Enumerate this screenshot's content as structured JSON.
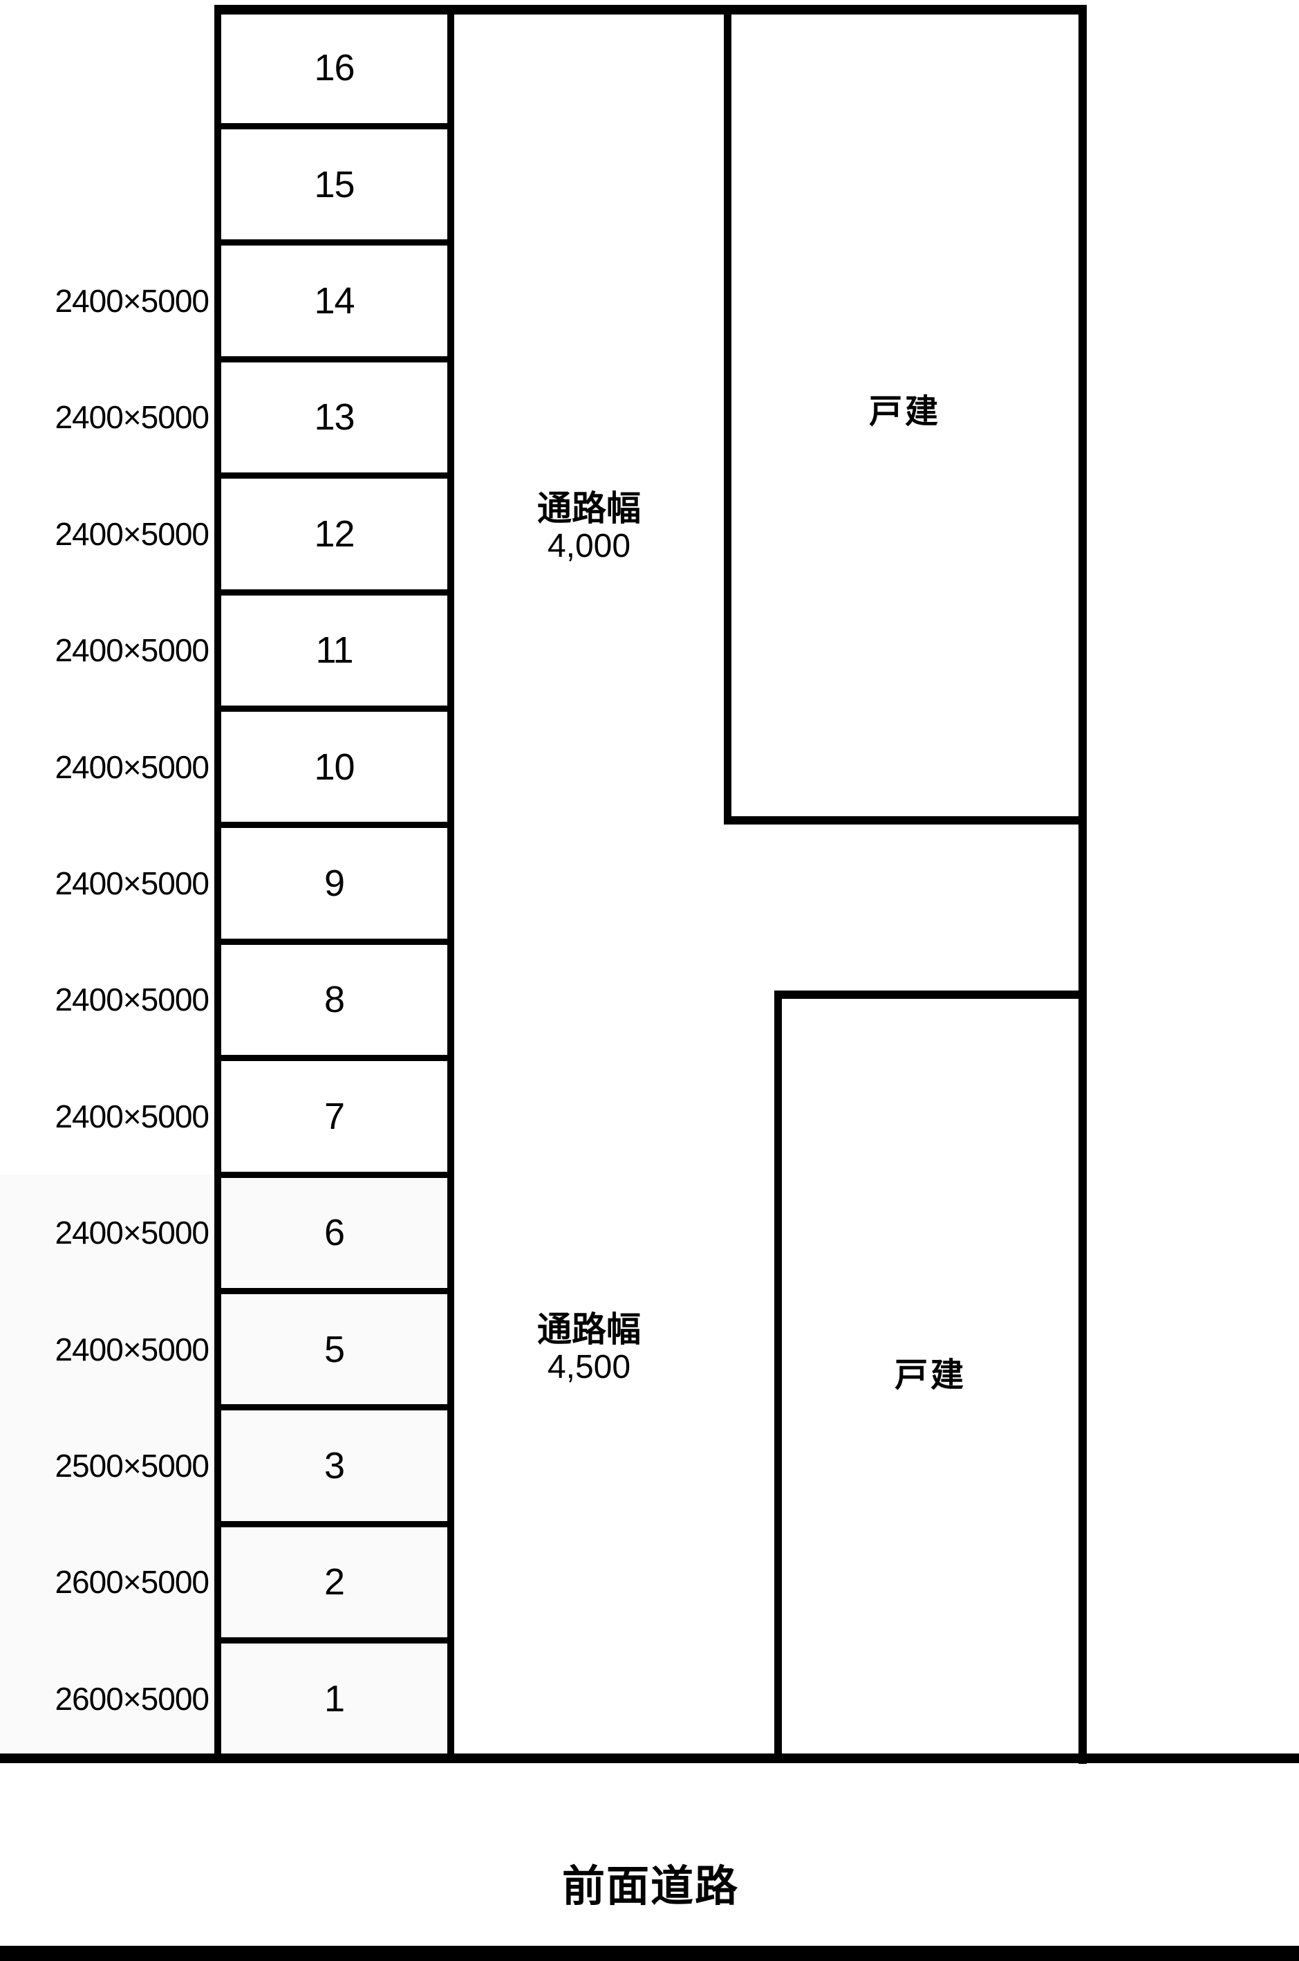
{
  "stalls": [
    {
      "number": "16",
      "size": ""
    },
    {
      "number": "15",
      "size": ""
    },
    {
      "number": "14",
      "size": "2400×5000"
    },
    {
      "number": "13",
      "size": "2400×5000"
    },
    {
      "number": "12",
      "size": "2400×5000"
    },
    {
      "number": "11",
      "size": "2400×5000"
    },
    {
      "number": "10",
      "size": "2400×5000"
    },
    {
      "number": "9",
      "size": "2400×5000"
    },
    {
      "number": "8",
      "size": "2400×5000"
    },
    {
      "number": "7",
      "size": "2400×5000"
    },
    {
      "number": "6",
      "size": "2400×5000"
    },
    {
      "number": "5",
      "size": "2400×5000"
    },
    {
      "number": "3",
      "size": "2500×5000"
    },
    {
      "number": "2",
      "size": "2600×5000"
    },
    {
      "number": "1",
      "size": "2600×5000"
    }
  ],
  "aisles": [
    {
      "label": "通路幅",
      "width_value": "4,000"
    },
    {
      "label": "通路幅",
      "width_value": "4,500"
    }
  ],
  "buildings": [
    {
      "label": "戸建"
    },
    {
      "label": "戸建"
    }
  ],
  "road": {
    "label": "前面道路"
  },
  "colors": {
    "line": "#000000",
    "background": "#ffffff",
    "shaded_area": "#fafafa"
  }
}
